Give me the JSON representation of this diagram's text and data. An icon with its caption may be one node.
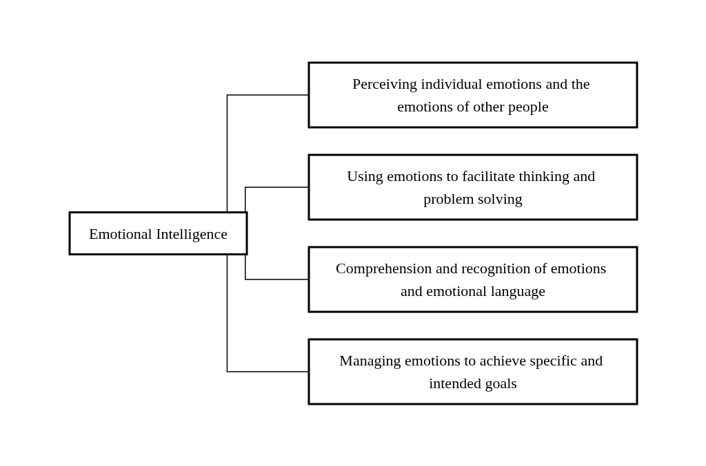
{
  "diagram": {
    "nodes": [
      {
        "text": [
          "Emotional Intelligence"
        ]
      },
      {
        "text": [
          "Perceiving individual emotions and the emotions of other people"
        ]
      },
      {
        "text": [
          "Using emotions to facilitate thinking and problem solving"
        ]
      },
      {
        "text": [
          "Comprehension and recognition of emotions and emotional language"
        ]
      },
      {
        "text": [
          "Managing emotions to achieve specific and intended goals"
        ]
      }
    ],
    "edges": [
      {
        "from": 0,
        "to": 1,
        "arrow": "none"
      },
      {
        "from": 0,
        "to": 2,
        "arrow": "none"
      },
      {
        "from": 0,
        "to": 3,
        "arrow": "none"
      },
      {
        "from": 0,
        "to": 4,
        "arrow": "none"
      }
    ]
  }
}
